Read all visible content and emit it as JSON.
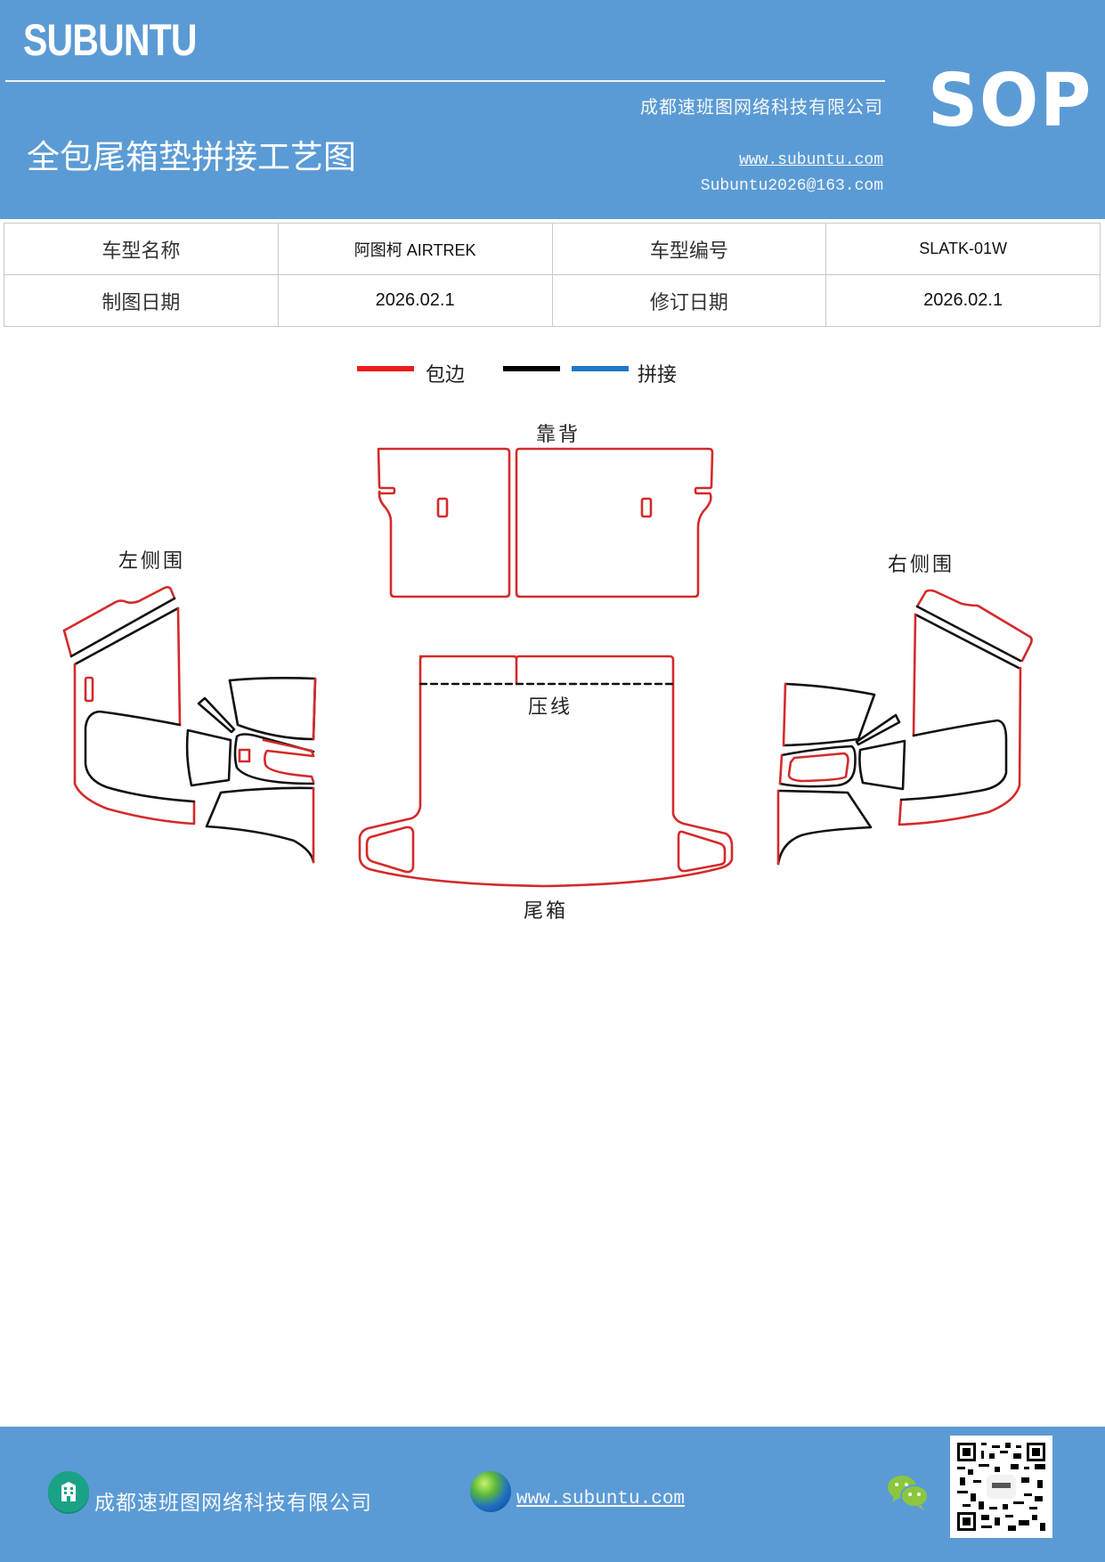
{
  "header": {
    "brand": "SUBUNTU",
    "title": "全包尾箱垫拼接工艺图",
    "company": "成都速班图网络科技有限公司",
    "website": "www.subuntu.com",
    "email": "Subuntu2026@163.com",
    "badge": "SOP",
    "colors": {
      "background": "#5b9bd5",
      "text": "#ffffff"
    }
  },
  "info_table": {
    "rows": [
      [
        {
          "label": "车型名称"
        },
        {
          "value": "阿图柯 AIRTREK"
        },
        {
          "label": "车型编号"
        },
        {
          "value": "SLATK-01W"
        }
      ],
      [
        {
          "label": "制图日期"
        },
        {
          "value": "2026.02.1"
        },
        {
          "label": "修订日期"
        },
        {
          "value": "2026.02.1"
        }
      ]
    ]
  },
  "legend": {
    "items": [
      {
        "color": "#ee1c1c",
        "label": "包边"
      },
      {
        "color": "#000000",
        "label": ""
      },
      {
        "color": "#1f76c6",
        "label": "拼接"
      }
    ]
  },
  "diagram": {
    "labels": {
      "backrest": "靠背",
      "left_side": "左侧围",
      "right_side": "右侧围",
      "crease": "压线",
      "trunk": "尾箱"
    },
    "colors": {
      "edge": "#d42a2a",
      "seam": "#111111"
    }
  },
  "footer": {
    "company": "成都速班图网络科技有限公司",
    "website": "www.subuntu.com",
    "icons": [
      "building-icon",
      "globe-icon",
      "wechat-icon",
      "qr-code"
    ]
  }
}
